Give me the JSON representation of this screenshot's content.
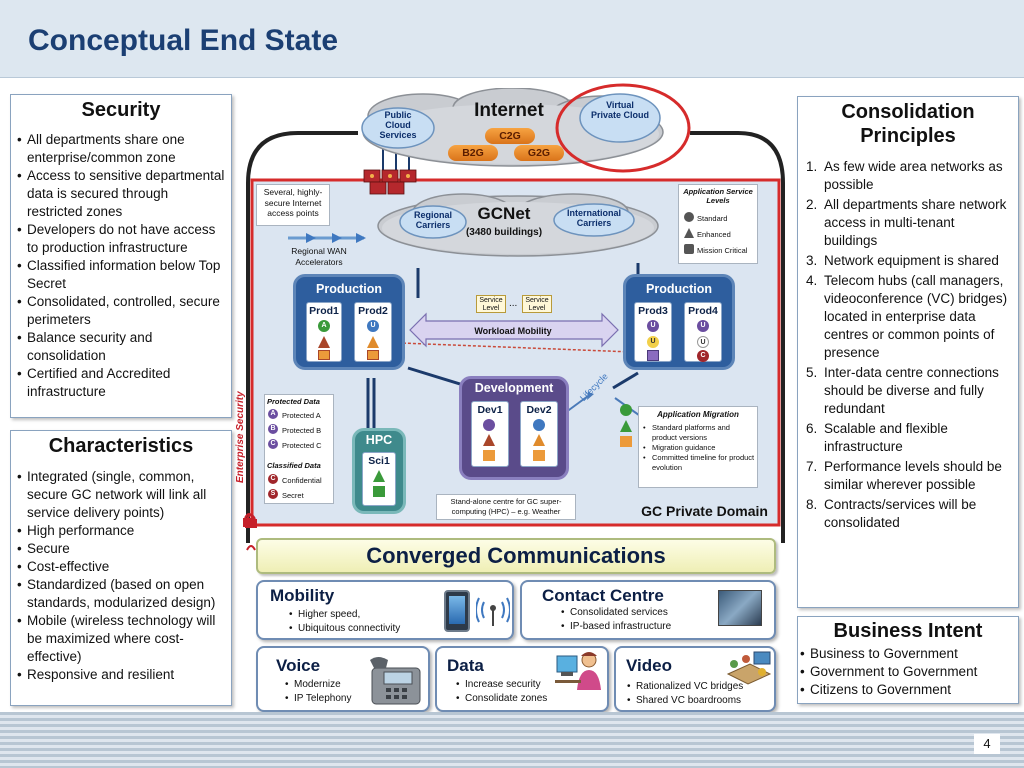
{
  "title": "Conceptual End State",
  "security": {
    "title": "Security",
    "items": [
      "All departments share one enterprise/common zone",
      "Access to sensitive departmental data is secured through restricted zones",
      "Developers do not have access to production infrastructure",
      "Classified information below Top Secret",
      "Consolidated, controlled, secure perimeters",
      "Balance security and consolidation",
      "Certified  and Accredited infrastructure"
    ]
  },
  "characteristics": {
    "title": "Characteristics",
    "items": [
      "Integrated (single,  common, secure GC network will link all service delivery points)",
      "High performance",
      "Secure",
      "Cost-effective",
      "Standardized (based on open standards, modularized design)",
      "Mobile (wireless technology will be maximized where cost-effective)",
      "Responsive and resilient"
    ]
  },
  "consolidation": {
    "title": "Consolidation Principles",
    "items": [
      {
        "num": "1.",
        "text": "As few wide area networks as possible"
      },
      {
        "num": "2.",
        "text": " All departments share network access in multi-tenant buildings"
      },
      {
        "num": "3.",
        "text": "Network equipment is shared"
      },
      {
        "num": "4.",
        "text": "Telecom hubs  (call managers, videoconference (VC) bridges) located in enterprise data centres or common points of presence"
      },
      {
        "num": "5.",
        "text": "Inter-data centre connections should be diverse and fully redundant"
      },
      {
        "num": "6.",
        "text": "Scalable and flexible infrastructure"
      },
      {
        "num": "7.",
        "text": "Performance levels should be similar wherever possible"
      },
      {
        "num": "8.",
        "text": "Contracts/services  will be consolidated"
      }
    ]
  },
  "business_intent": {
    "title": "Business Intent",
    "items": [
      "Business to Government",
      "Government to Government",
      "Citizens to Government"
    ]
  },
  "diagram": {
    "internet": "Internet",
    "public_cloud": "Public Cloud Services",
    "virtual_private_cloud": "Virtual Private Cloud",
    "c2g": "C2G",
    "b2g": "B2G",
    "g2g": "G2G",
    "gcnet": "GCNet",
    "gcnet_buildings": "(3480 buildings)",
    "regional_carriers": "Regional Carriers",
    "international_carriers": "International Carriers",
    "access_points": "Several, highly-secure Internet access points",
    "wan_accelerators": "Regional WAN Accelerators",
    "app_service_levels": "Application Service Levels",
    "levels": [
      "Standard",
      "Enhanced",
      "Mission Critical"
    ],
    "production": "Production",
    "prod1": "Prod1",
    "prod2": "Prod2",
    "prod3": "Prod3",
    "prod4": "Prod4",
    "service_level": "Service Level",
    "ellipsis": "...",
    "workload_mobility": "Workload Mobility",
    "development": "Development",
    "dev1": "Dev1",
    "dev2": "Dev2",
    "lifecycle": "Lifecycle",
    "hpc": "HPC",
    "sci1": "Sci1",
    "enterprise_security": "Enterprise Security",
    "protected_data": "Protected Data",
    "protected": [
      {
        "letter": "A",
        "label": "Protected A"
      },
      {
        "letter": "B",
        "label": "Protected B"
      },
      {
        "letter": "C",
        "label": "Protected C"
      }
    ],
    "classified_data": "Classified Data",
    "classified": [
      {
        "letter": "C",
        "label": "Confidential"
      },
      {
        "letter": "S",
        "label": "Secret"
      }
    ],
    "app_migration": "Application Migration",
    "migration_items": [
      "Standard platforms and product versions",
      "Migration guidance",
      "Committed timeline for product evolution"
    ],
    "hpc_note": "Stand-alone centre for GC super-computing (HPC) – e.g. Weather",
    "gc_private_domain": "GC Private Domain",
    "dot_letters": {
      "a": "A",
      "u": "U",
      "c": "C"
    }
  },
  "converged": {
    "title": "Converged Communications",
    "mobility": {
      "title": "Mobility",
      "items": [
        "Higher speed,",
        "Ubiquitous connectivity"
      ]
    },
    "contact": {
      "title": "Contact Centre",
      "items": [
        "Consolidated services",
        "IP-based infrastructure"
      ]
    },
    "voice": {
      "title": "Voice",
      "items": [
        "Modernize",
        "IP Telephony"
      ]
    },
    "data": {
      "title": "Data",
      "items": [
        "Increase security",
        "Consolidate zones"
      ]
    },
    "video": {
      "title": "Video",
      "items": [
        "Rationalized VC bridges",
        "Shared VC boardrooms"
      ]
    }
  },
  "page_number": "4",
  "colors": {
    "title": "#1b3f73",
    "zone_blue": "#2e5e9e",
    "dev_purple": "#5a4b8a",
    "hpc_teal": "#3f8a8c",
    "private_border": "#d62b2b",
    "pill_orange": "#e88a2c"
  }
}
